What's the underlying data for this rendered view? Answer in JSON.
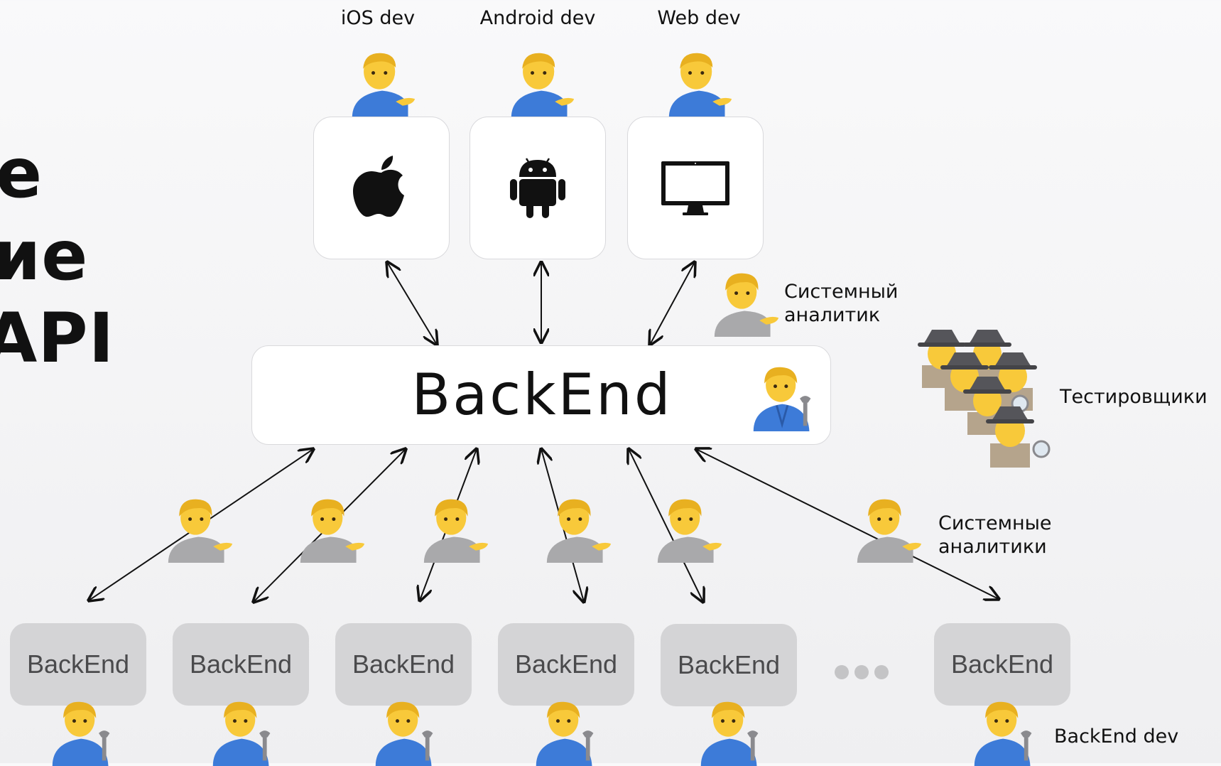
{
  "slide_title": {
    "line1": "е",
    "line2": "ие",
    "line3": "API"
  },
  "platforms": [
    {
      "dev_label": "iOS dev",
      "icon": "apple-icon"
    },
    {
      "dev_label": "Android dev",
      "icon": "android-icon"
    },
    {
      "dev_label": "Web dev",
      "icon": "monitor-icon"
    }
  ],
  "system_analyst_label": "Системный\nаналитик",
  "main_backend_label": "BackEnd",
  "testers_label": "Тестировщики",
  "system_analysts_label": "Системные\nаналитики",
  "services": [
    {
      "label": "BackEnd"
    },
    {
      "label": "BackEnd"
    },
    {
      "label": "BackEnd"
    },
    {
      "label": "BackEnd"
    },
    {
      "label": "BackEnd"
    },
    {
      "label": "BackEnd"
    }
  ],
  "ellipsis_icon": "ellipsis-icon",
  "backend_dev_label": "BackEnd dev",
  "colors": {
    "card_bg": "#ffffff",
    "service_bg": "#d4d4d6",
    "skin": "#f8c93a",
    "shirt_blue": "#3d7bd8",
    "shirt_gray": "#a9a9ab",
    "hat": "#55555a"
  }
}
